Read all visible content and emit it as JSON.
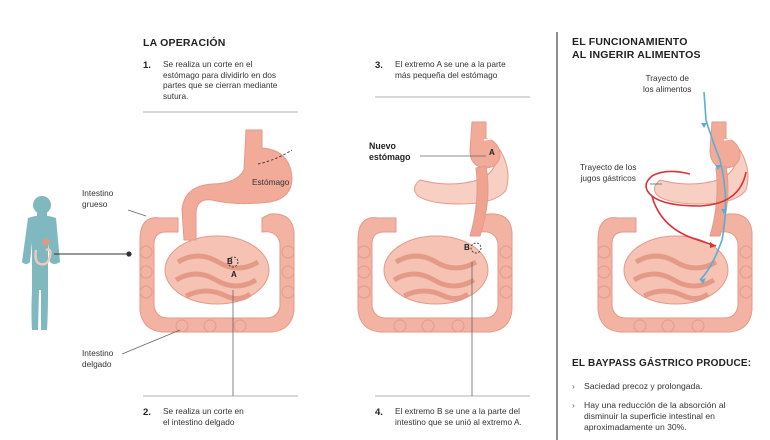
{
  "operation": {
    "title": "LA OPERACIÓN",
    "steps": [
      {
        "num": "1.",
        "text_lines": [
          "Se realiza un corte en el",
          "estómago para dividirlo en dos",
          "partes que se cierran mediante",
          "sutura."
        ]
      },
      {
        "num": "2.",
        "text_lines": [
          "Se realiza un corte en",
          "el intestino delgado"
        ]
      },
      {
        "num": "3.",
        "text_lines": [
          "El extremo A se une a la parte",
          "más pequeña del estómago"
        ]
      },
      {
        "num": "4.",
        "text_lines": [
          "El extremo B se une a la parte del",
          "intestino que se unió al extremo A."
        ]
      }
    ],
    "labels": {
      "intestino_grueso": [
        "Intestino",
        "grueso"
      ],
      "intestino_delgado": [
        "Intestino",
        "delgado"
      ],
      "estomago": "Estómago",
      "nuevo_estomago": [
        "Nuevo",
        "estómago"
      ]
    },
    "markers": {
      "a": "A",
      "b": "B"
    }
  },
  "functioning": {
    "title_lines": [
      "EL FUNCIONAMIENTO",
      "AL INGERIR ALIMENTOS"
    ],
    "trayecto_alimentos": [
      "Trayecto de",
      "los alimentos"
    ],
    "trayecto_jugos": [
      "Trayecto de los",
      "jugos gástricos"
    ]
  },
  "produces": {
    "title": "EL BAYPASS GÁSTRICO PRODUCE:",
    "bullet_symbol": "›",
    "items": [
      {
        "lines": [
          "Saciedad precoz y prolongada."
        ]
      },
      {
        "lines": [
          "Hay una reducción de la absorción al",
          "disminuir la superficie intestinal en",
          "aproximadamente un 30%."
        ]
      }
    ]
  },
  "colors": {
    "organ": "#f2b3a3",
    "organ_dark": "#e59a88",
    "organ_light": "#f8cfc3",
    "body": "#7fb8bf",
    "food_arrow": "#5aaed6",
    "juice_arrow": "#d9333a",
    "line": "#555555"
  }
}
